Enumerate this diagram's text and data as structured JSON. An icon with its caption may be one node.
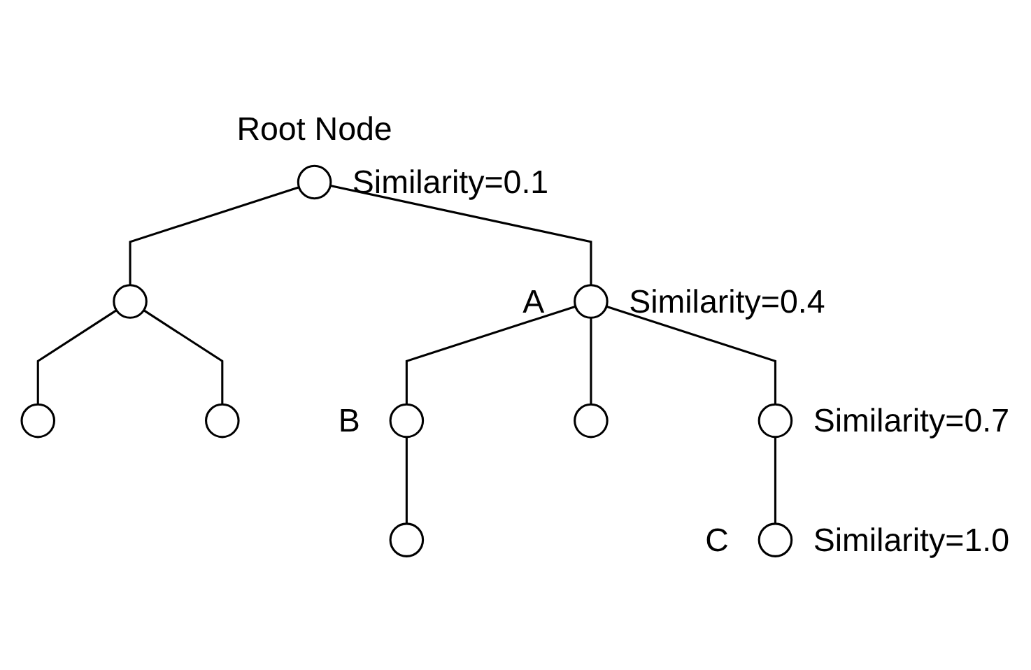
{
  "diagram": {
    "nodes": [
      {
        "text": [],
        "shape": "circle",
        "beside": [
          "Root Node",
          "Similarity=0.1"
        ]
      },
      {
        "text": [],
        "shape": "circle"
      },
      {
        "text": [],
        "shape": "circle",
        "beside": [
          "A",
          "Similarity=0.4"
        ]
      },
      {
        "text": [],
        "shape": "circle"
      },
      {
        "text": [],
        "shape": "circle"
      },
      {
        "text": [],
        "shape": "circle",
        "beside": [
          "B"
        ]
      },
      {
        "text": [],
        "shape": "circle"
      },
      {
        "text": [],
        "shape": "circle",
        "beside": [
          "Similarity=0.7"
        ]
      },
      {
        "text": [],
        "shape": "circle"
      },
      {
        "text": [],
        "shape": "circle",
        "beside": [
          "C",
          "Similarity=1.0"
        ]
      }
    ],
    "edges": [
      {
        "from": 0,
        "to": 1,
        "arrow": "none"
      },
      {
        "from": 0,
        "to": 2,
        "arrow": "none"
      },
      {
        "from": 1,
        "to": 3,
        "arrow": "none"
      },
      {
        "from": 1,
        "to": 4,
        "arrow": "none"
      },
      {
        "from": 2,
        "to": 5,
        "arrow": "none"
      },
      {
        "from": 2,
        "to": 6,
        "arrow": "none"
      },
      {
        "from": 2,
        "to": 7,
        "arrow": "none"
      },
      {
        "from": 5,
        "to": 8,
        "arrow": "none"
      },
      {
        "from": 7,
        "to": 9,
        "arrow": "none"
      }
    ]
  }
}
